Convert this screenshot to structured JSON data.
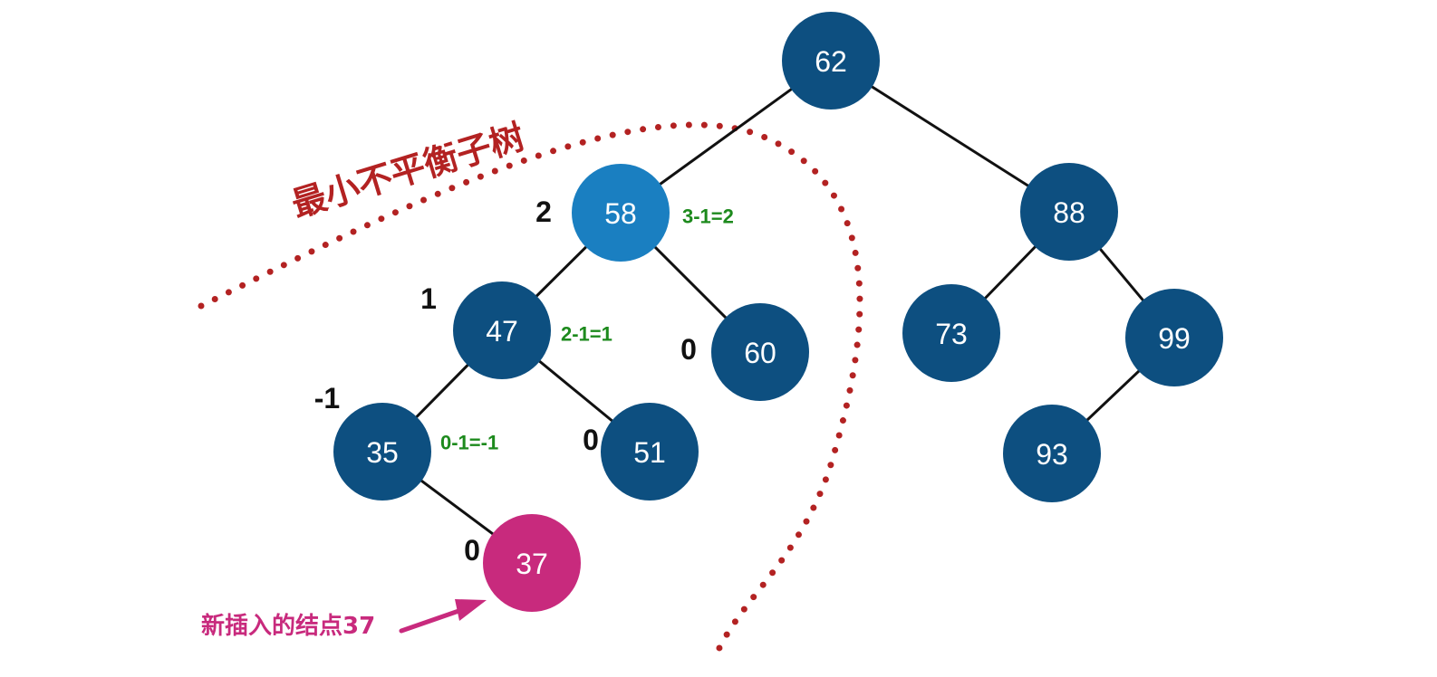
{
  "colors": {
    "node": "#0d4f80",
    "highlight": "#1a7fc1",
    "inserted": "#c82a7d",
    "calc": "#1d8a1d",
    "boundary": "#b32222",
    "annotation": "#c82a7d"
  },
  "nodes": [
    {
      "id": "n62",
      "label": "62",
      "kind": "normal"
    },
    {
      "id": "n58",
      "label": "58",
      "kind": "highlight"
    },
    {
      "id": "n88",
      "label": "88",
      "kind": "normal"
    },
    {
      "id": "n47",
      "label": "47",
      "kind": "normal"
    },
    {
      "id": "n60",
      "label": "60",
      "kind": "normal"
    },
    {
      "id": "n73",
      "label": "73",
      "kind": "normal"
    },
    {
      "id": "n99",
      "label": "99",
      "kind": "normal"
    },
    {
      "id": "n35",
      "label": "35",
      "kind": "normal"
    },
    {
      "id": "n51",
      "label": "51",
      "kind": "normal"
    },
    {
      "id": "n93",
      "label": "93",
      "kind": "normal"
    },
    {
      "id": "n37",
      "label": "37",
      "kind": "inserted"
    }
  ],
  "edges": [
    {
      "from": "n62",
      "to": "n58"
    },
    {
      "from": "n62",
      "to": "n88"
    },
    {
      "from": "n58",
      "to": "n47"
    },
    {
      "from": "n58",
      "to": "n60"
    },
    {
      "from": "n88",
      "to": "n73"
    },
    {
      "from": "n88",
      "to": "n99"
    },
    {
      "from": "n47",
      "to": "n35"
    },
    {
      "from": "n47",
      "to": "n51"
    },
    {
      "from": "n99",
      "to": "n93"
    },
    {
      "from": "n35",
      "to": "n37"
    }
  ],
  "balance_factors": [
    {
      "node": "n58",
      "value": "2"
    },
    {
      "node": "n47",
      "value": "1"
    },
    {
      "node": "n60",
      "value": "0"
    },
    {
      "node": "n35",
      "value": "-1"
    },
    {
      "node": "n51",
      "value": "0"
    },
    {
      "node": "n37",
      "value": "0"
    }
  ],
  "calculations": [
    {
      "node": "n58",
      "text": "3-1=2"
    },
    {
      "node": "n47",
      "text": "2-1=1"
    },
    {
      "node": "n35",
      "text": "0-1=-1"
    }
  ],
  "subtree_title": "最小不平衡子树",
  "insert_note": "新插入的结点37"
}
